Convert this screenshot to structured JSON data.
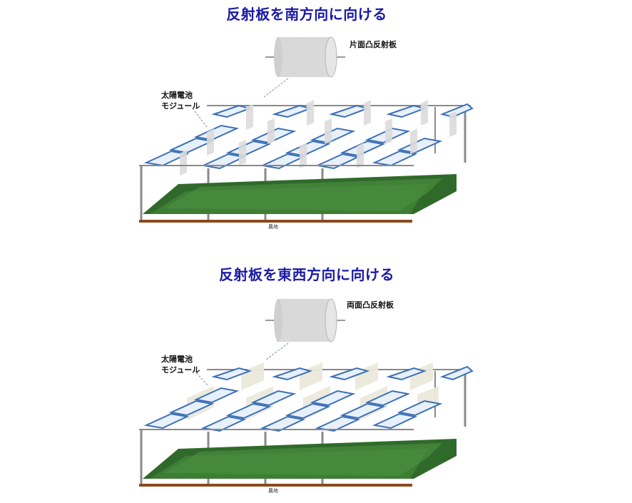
{
  "panels": [
    {
      "id": "south",
      "title": "反射板を南方向に向ける",
      "reflector_label": "片面凸反射板",
      "module_label_line1": "太陽電池",
      "module_label_line2": "モジュール",
      "ground_label": "農地"
    },
    {
      "id": "east",
      "title": "反射板を東西方向に向ける",
      "reflector_label": "両面凸反射板",
      "module_label_line1": "太陽電池",
      "module_label_line2": "モジュール",
      "ground_label": "農地"
    }
  ],
  "colors": {
    "title": "#1a1aa6",
    "panel_frame": "#3b6fb6",
    "panel_cell": "#e8f0fa",
    "grass": "#2f6a2a",
    "soil": "#8a4a1e",
    "pole": "#8a8a8a",
    "reflector": "#d9d9d9",
    "reflector_ew": "#ece9dc"
  }
}
